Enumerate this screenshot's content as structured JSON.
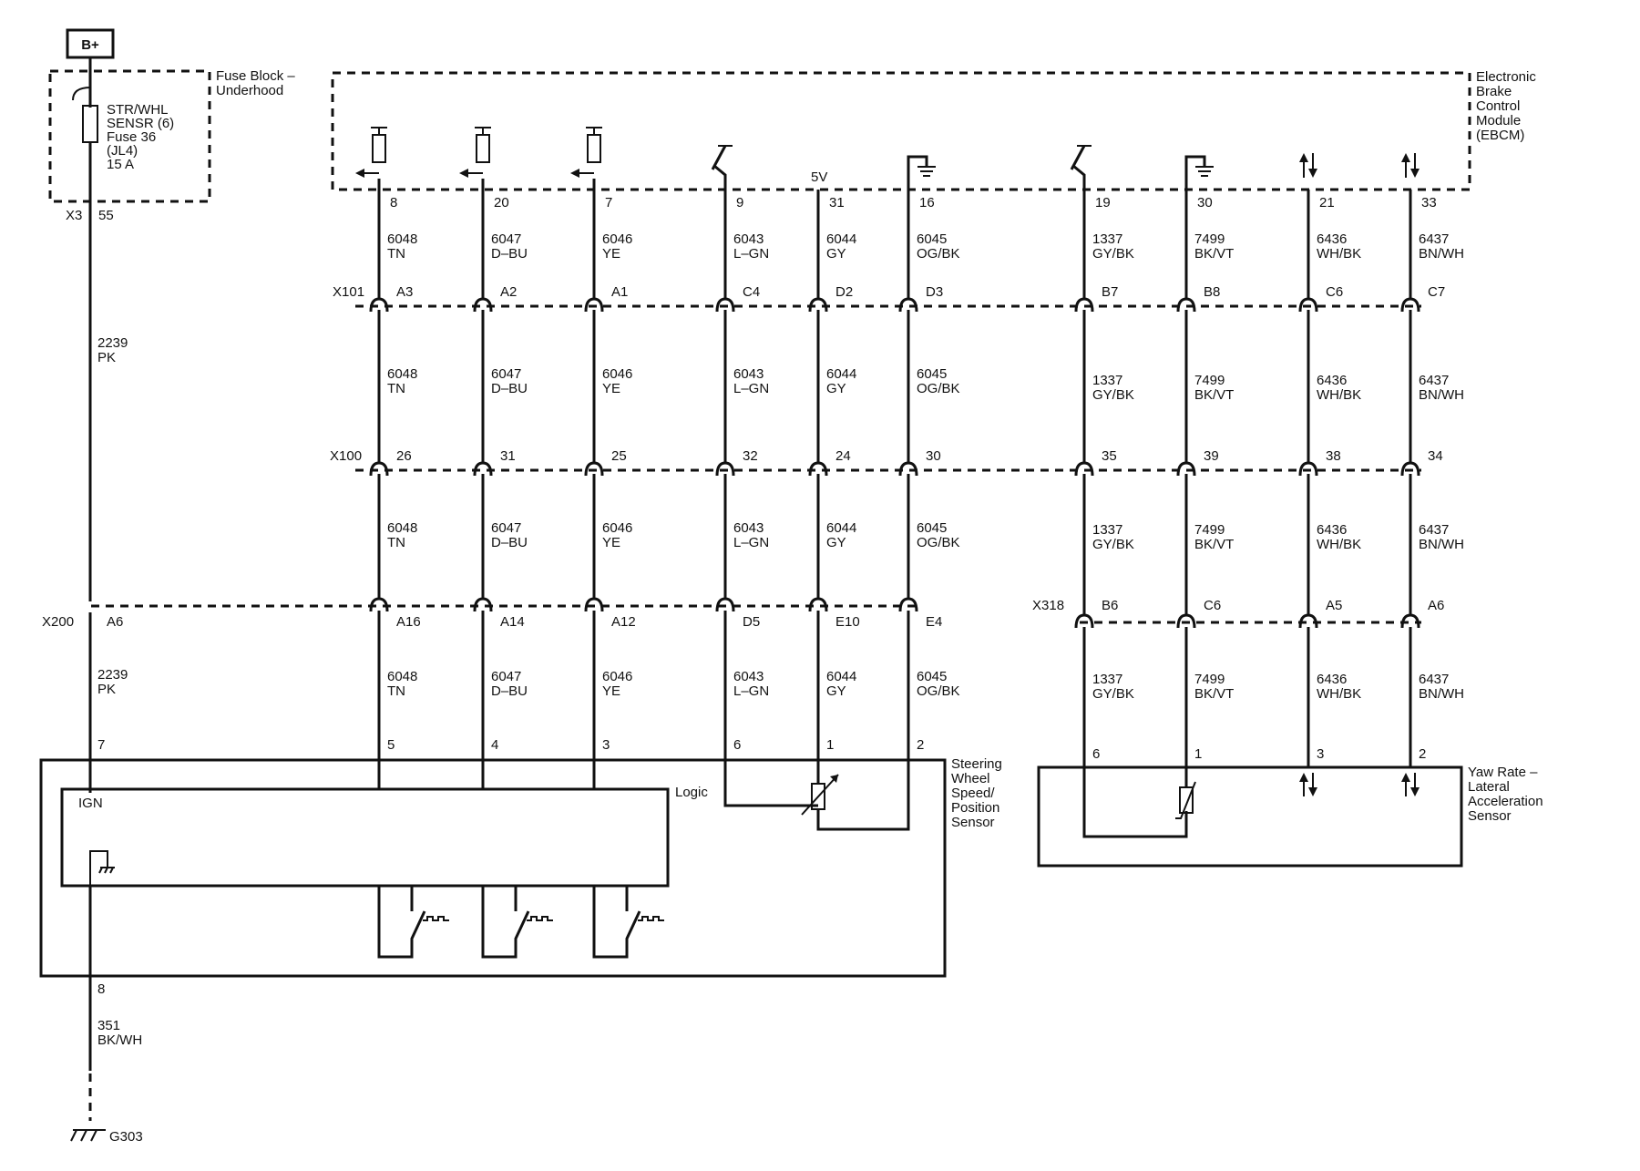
{
  "battery_label": "B+",
  "fuse_block": {
    "title_line1": "Fuse Block –",
    "title_line2": "Underhood",
    "fuse_lines": [
      "STR/WHL",
      "SENSR (6)",
      "Fuse 36",
      "(JL4)",
      "15 A"
    ],
    "connector": "X3",
    "pin": "55"
  },
  "ebcm": {
    "title_lines": [
      "Electronic",
      "Brake",
      "Control",
      "Module",
      "(EBCM)"
    ],
    "five_v": "5V"
  },
  "connectors": {
    "x101": "X101",
    "x100": "X100",
    "x200": "X200",
    "x318": "X318"
  },
  "main_wire": {
    "upper_circuit": "2239",
    "upper_color": "PK",
    "x200_pin": "A6",
    "lower_circuit": "2239",
    "lower_color": "PK",
    "sensor_pin": "7"
  },
  "circuits": [
    {
      "ebcm_pin": "8",
      "circuit": "6048",
      "color": "TN",
      "x101": "A3",
      "x100": "26",
      "x200": "A16",
      "sensor_pin": "5"
    },
    {
      "ebcm_pin": "20",
      "circuit": "6047",
      "color": "D–BU",
      "x101": "A2",
      "x100": "31",
      "x200": "A14",
      "sensor_pin": "4"
    },
    {
      "ebcm_pin": "7",
      "circuit": "6046",
      "color": "YE",
      "x101": "A1",
      "x100": "25",
      "x200": "A12",
      "sensor_pin": "3"
    },
    {
      "ebcm_pin": "9",
      "circuit": "6043",
      "color": "L–GN",
      "x101": "C4",
      "x100": "32",
      "x200": "D5",
      "sensor_pin": "6"
    },
    {
      "ebcm_pin": "31",
      "circuit": "6044",
      "color": "GY",
      "x101": "D2",
      "x100": "24",
      "x200": "E10",
      "sensor_pin": "1"
    },
    {
      "ebcm_pin": "16",
      "circuit": "6045",
      "color": "OG/BK",
      "x101": "D3",
      "x100": "30",
      "x200": "E4",
      "sensor_pin": "2"
    }
  ],
  "yaw_circuits": [
    {
      "ebcm_pin": "19",
      "circuit": "1337",
      "color": "GY/BK",
      "x101": "B7",
      "x100": "35",
      "x318": "B6",
      "sensor_pin": "6"
    },
    {
      "ebcm_pin": "30",
      "circuit": "7499",
      "color": "BK/VT",
      "x101": "B8",
      "x100": "39",
      "x318": "C6",
      "sensor_pin": "1"
    },
    {
      "ebcm_pin": "21",
      "circuit": "6436",
      "color": "WH/BK",
      "x101": "C6",
      "x100": "38",
      "x318": "A5",
      "sensor_pin": "3"
    },
    {
      "ebcm_pin": "33",
      "circuit": "6437",
      "color": "BN/WH",
      "x101": "C7",
      "x100": "34",
      "x318": "A6",
      "sensor_pin": "2"
    }
  ],
  "steering_sensor": {
    "title_lines": [
      "Steering",
      "Wheel",
      "Speed/",
      "Position",
      "Sensor"
    ],
    "logic_label": "Logic",
    "ign_label": "IGN",
    "ground_pin": "8"
  },
  "yaw_sensor": {
    "title_lines": [
      "Yaw Rate –",
      "Lateral",
      "Acceleration",
      "Sensor"
    ]
  },
  "ground_wire": {
    "circuit": "351",
    "color": "BK/WH",
    "ground_label": "G303"
  }
}
